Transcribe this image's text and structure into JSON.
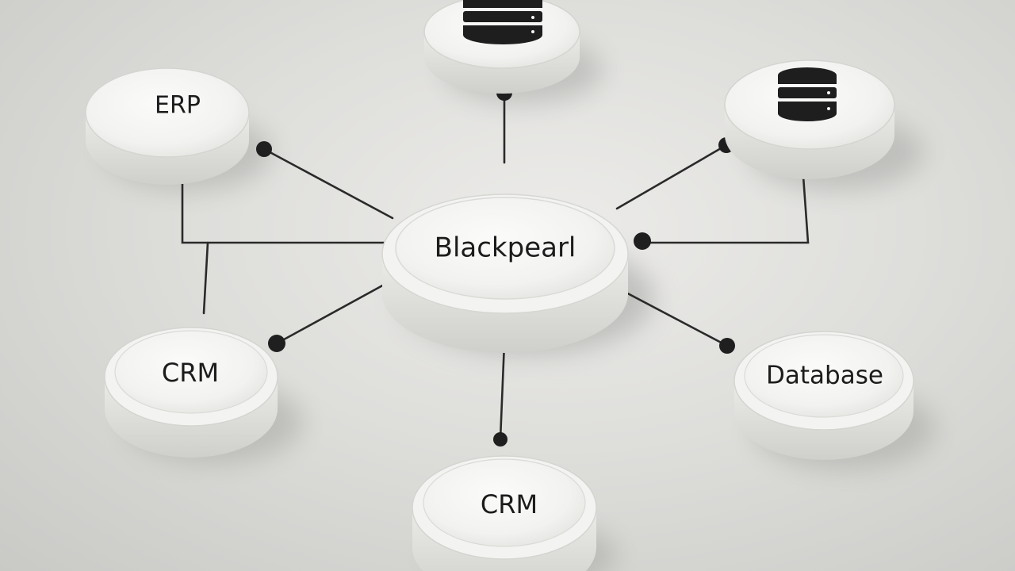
{
  "diagram": {
    "center": {
      "label": "Blackpearl"
    },
    "nodes": {
      "erp": {
        "label": "ERP",
        "icon": ""
      },
      "database_top": {
        "label": "",
        "icon": "database-icon"
      },
      "database_right": {
        "label": "",
        "icon": "database-icon"
      },
      "crm_left": {
        "label": "CRM",
        "icon": ""
      },
      "database": {
        "label": "Database",
        "icon": ""
      },
      "crm_bottom": {
        "label": "CRM",
        "icon": ""
      }
    },
    "colors": {
      "disc_top": "#f7f7f5",
      "disc_side": "#e2e2df",
      "connector": "#2a2a2a",
      "icon": "#1e1e1e",
      "text": "#1c1c1c"
    }
  }
}
